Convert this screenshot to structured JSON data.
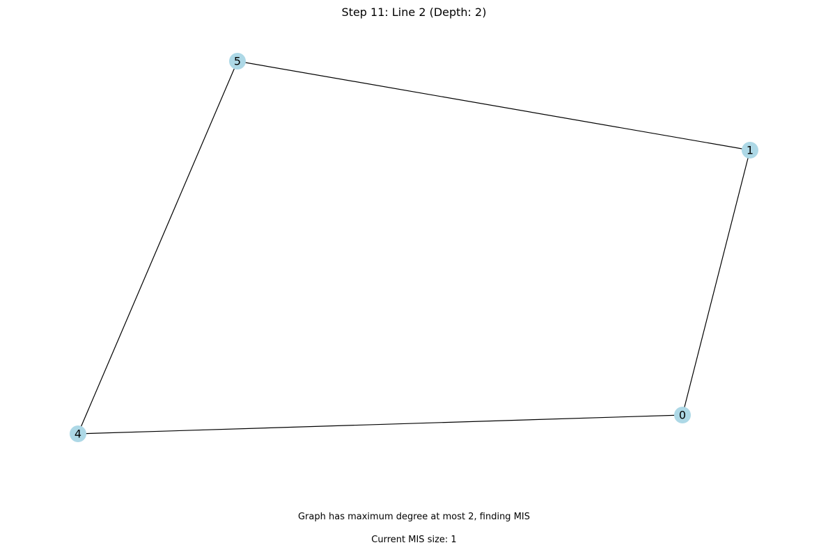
{
  "title": "Step 11: Line 2 (Depth: 2)",
  "status_text": "Graph has maximum degree at most 2, finding MIS",
  "mis_text": "Current MIS size: 1",
  "colors": {
    "node_fill": "#add8e6",
    "edge": "#000000"
  },
  "graph": {
    "nodes": [
      {
        "id": "5",
        "label": "5"
      },
      {
        "id": "1",
        "label": "1"
      },
      {
        "id": "0",
        "label": "0"
      },
      {
        "id": "4",
        "label": "4"
      }
    ],
    "edges": [
      {
        "source": "5",
        "target": "1"
      },
      {
        "source": "1",
        "target": "0"
      },
      {
        "source": "0",
        "target": "4"
      },
      {
        "source": "4",
        "target": "5"
      }
    ]
  }
}
